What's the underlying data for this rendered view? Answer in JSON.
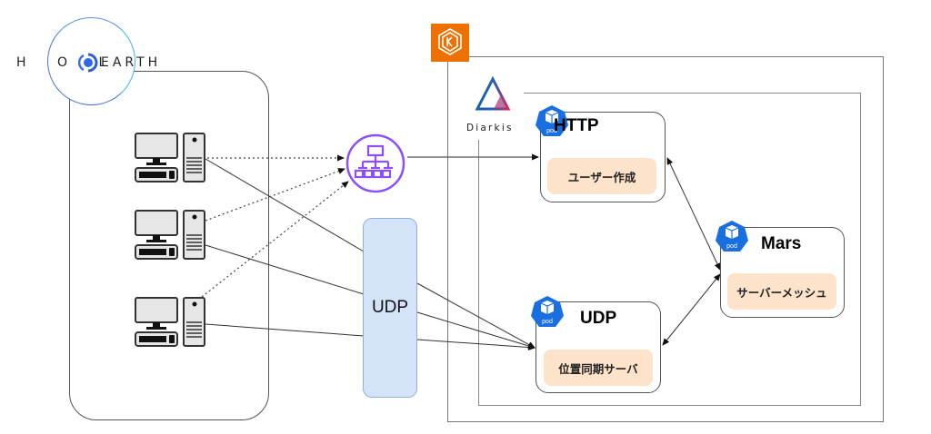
{
  "diagram": {
    "brand": {
      "name": "HOLOEARTH",
      "text_left": "H O L",
      "text_right": "EARTH",
      "icon": "holoearth-logo-icon",
      "accent_color": "#3b6ee8"
    },
    "clients": {
      "container": "client-area",
      "items": [
        {
          "name": "client-pc-1",
          "icon": "desktop-computer-icon"
        },
        {
          "name": "client-pc-2",
          "icon": "desktop-computer-icon"
        },
        {
          "name": "client-pc-3",
          "icon": "desktop-computer-icon"
        }
      ]
    },
    "load_balancer": {
      "icon": "load-balancer-icon",
      "color": "#8c4fff"
    },
    "udp_channel": {
      "label": "UDP",
      "fill": "#d3e3f8"
    },
    "cloud": {
      "icon": "eks-kubernetes-icon",
      "color": "#ed7100",
      "platform": {
        "name": "Diarkis",
        "icon": "diarkis-logo-icon"
      },
      "pods": [
        {
          "id": "http",
          "title": "HTTP",
          "label": "ユーザー作成",
          "icon": "pod-icon"
        },
        {
          "id": "udp",
          "title": "UDP",
          "label": "位置同期サーバ",
          "icon": "pod-icon"
        },
        {
          "id": "mars",
          "title": "Mars",
          "label": "サーバーメッシュ",
          "icon": "pod-icon"
        }
      ],
      "pod_icon_text": "pod",
      "pod_icon_color": "#1a6fe0",
      "label_fill": "#fde3c9"
    },
    "connections": [
      {
        "from": "client-pc-1",
        "to": "load-balancer",
        "style": "dotted"
      },
      {
        "from": "client-pc-2",
        "to": "load-balancer",
        "style": "dotted"
      },
      {
        "from": "client-pc-3",
        "to": "load-balancer",
        "style": "dotted"
      },
      {
        "from": "load-balancer",
        "to": "http-pod",
        "style": "solid"
      },
      {
        "from": "client-pc-1",
        "to": "udp-pod",
        "via": "UDP",
        "style": "solid"
      },
      {
        "from": "client-pc-2",
        "to": "udp-pod",
        "via": "UDP",
        "style": "solid"
      },
      {
        "from": "client-pc-3",
        "to": "udp-pod",
        "via": "UDP",
        "style": "solid"
      },
      {
        "from": "http-pod",
        "to": "mars-pod",
        "style": "solid",
        "bidirectional": true
      },
      {
        "from": "udp-pod",
        "to": "mars-pod",
        "style": "solid",
        "bidirectional": true
      }
    ]
  }
}
